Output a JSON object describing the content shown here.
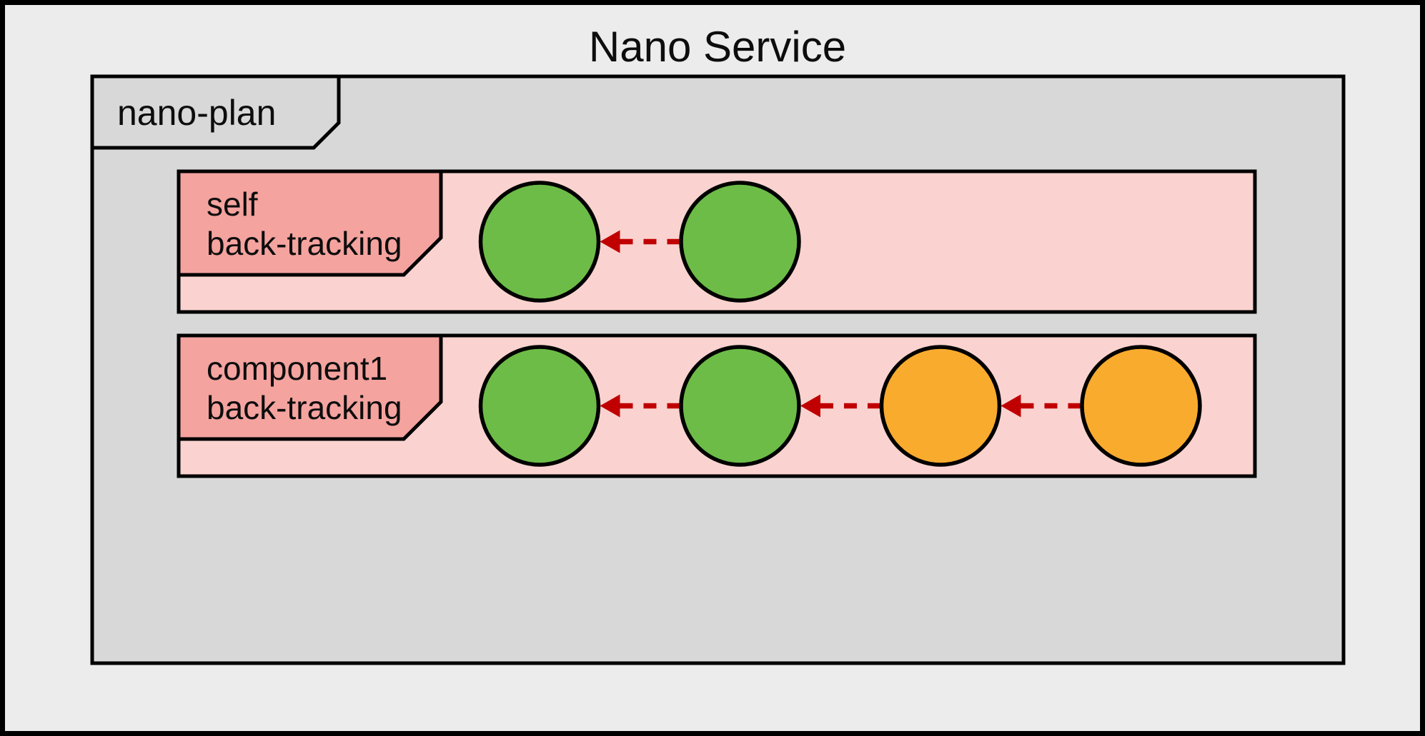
{
  "title": "Nano Service",
  "plan": {
    "label": "nano-plan"
  },
  "lanes": [
    {
      "label_lines": [
        "self",
        "back-tracking"
      ],
      "nodes": [
        {
          "color": "green"
        },
        {
          "color": "green"
        }
      ]
    },
    {
      "label_lines": [
        "component1",
        "back-tracking"
      ],
      "nodes": [
        {
          "color": "green"
        },
        {
          "color": "green"
        },
        {
          "color": "orange"
        },
        {
          "color": "orange"
        }
      ]
    }
  ],
  "arrows": {
    "direction": "left",
    "style": "dashed"
  },
  "colors": {
    "page_bg": "#ECECEC",
    "plan_bg": "#D8D8D8",
    "lane_bg": "#FAD3D0",
    "label_bg": "#F4A39F",
    "node_green": "#6DBC47",
    "node_orange": "#F9AB2E",
    "arrow_red": "#C00000",
    "outline": "#000000"
  }
}
